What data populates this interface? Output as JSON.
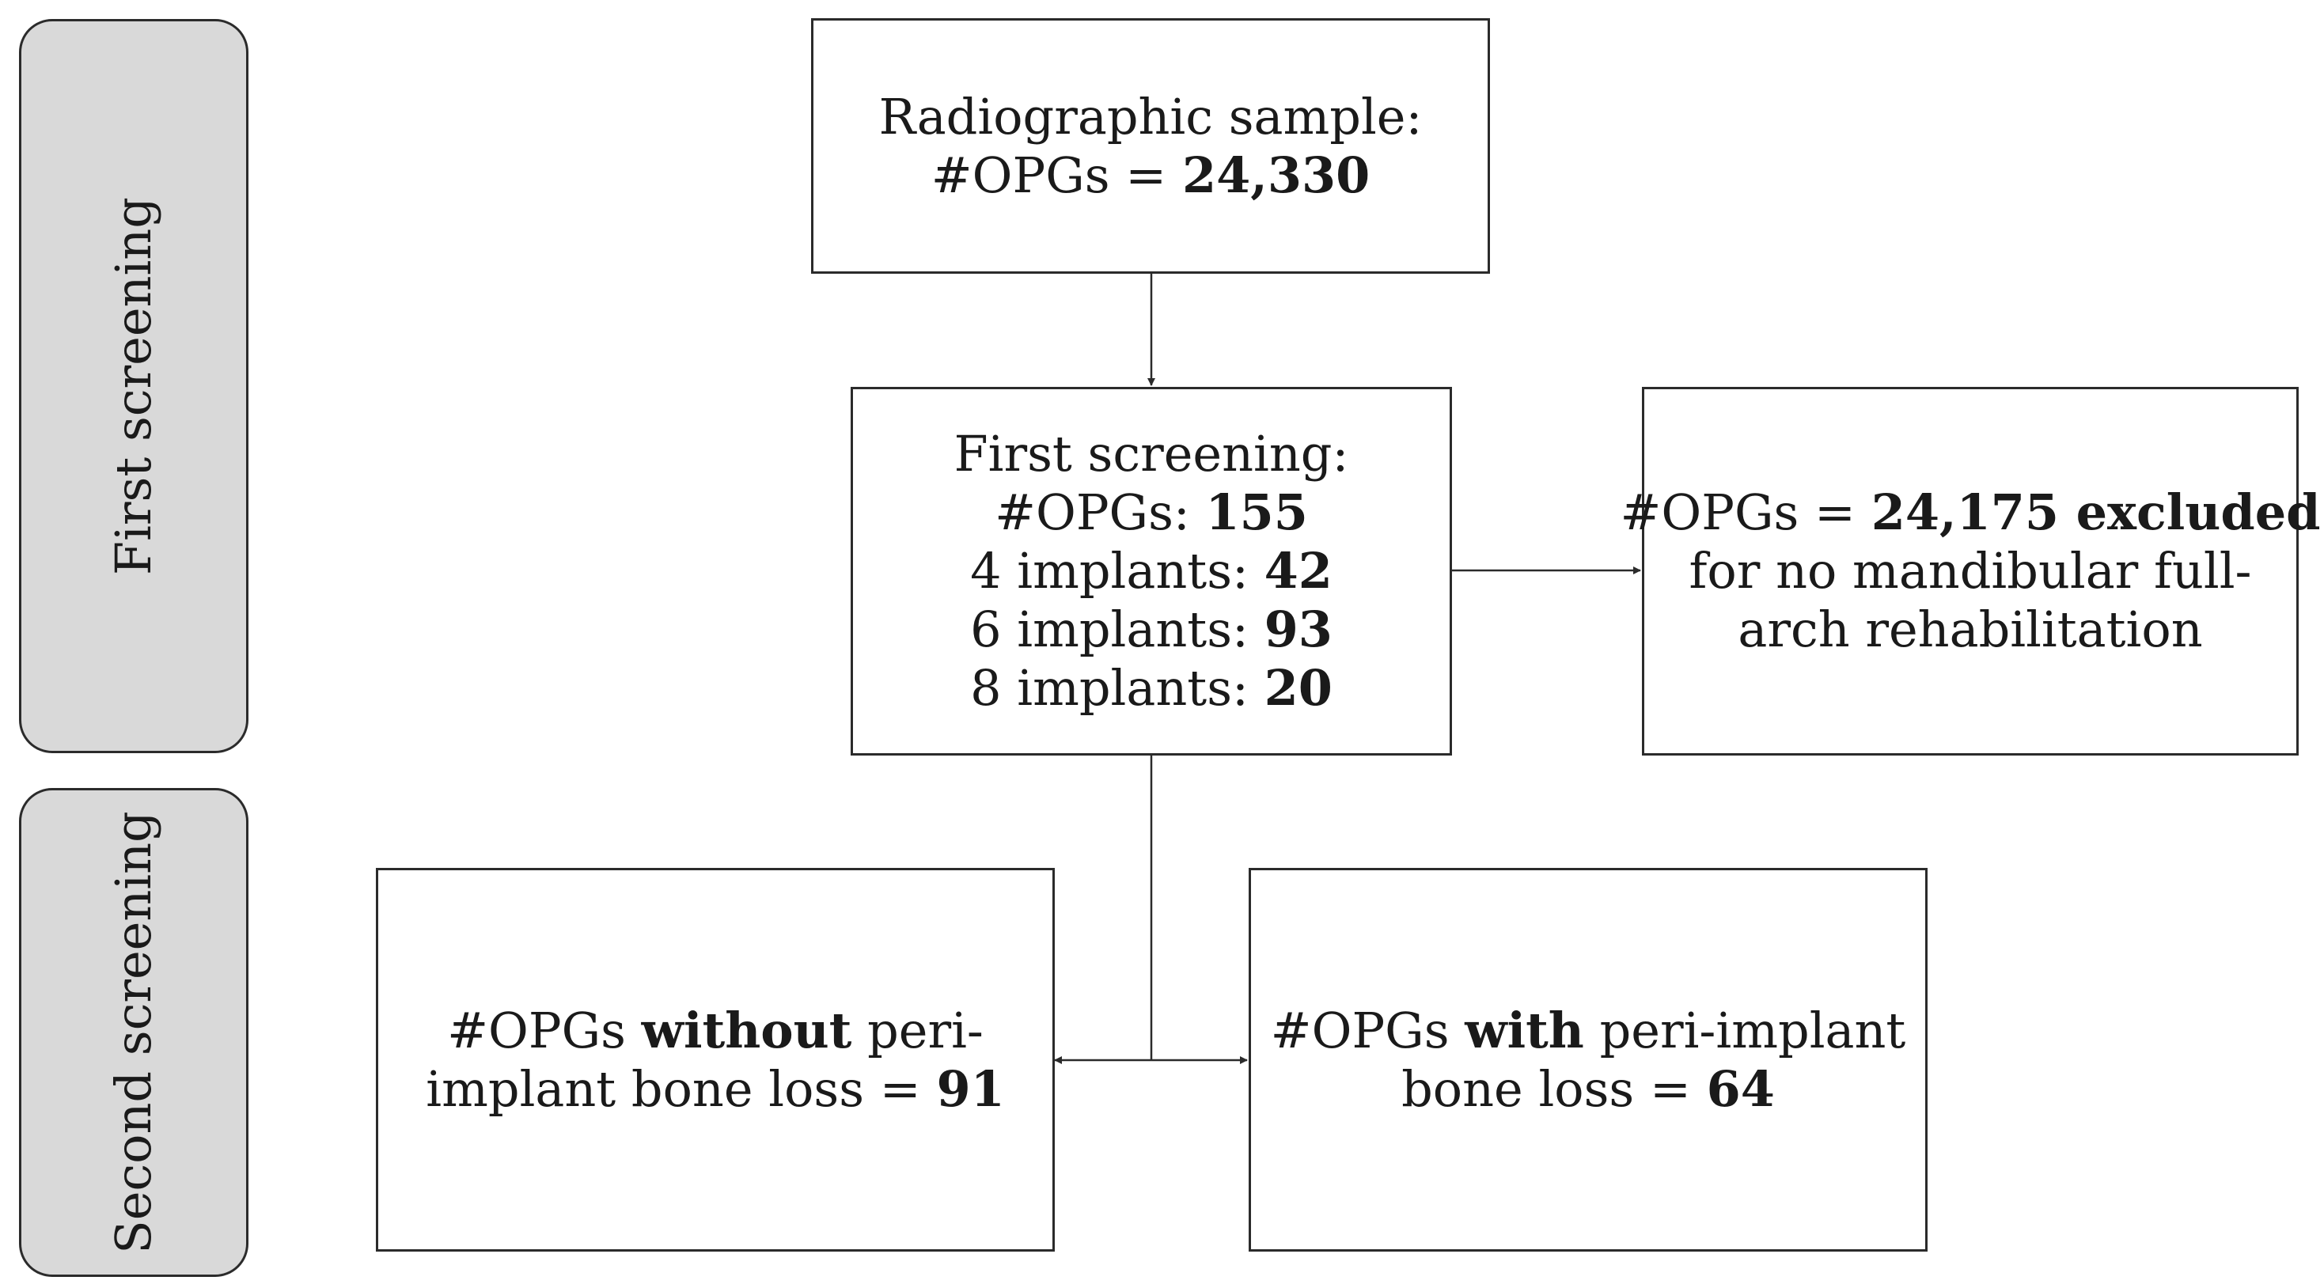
{
  "phases": {
    "first": "First screening",
    "second": "Second screening"
  },
  "boxes": {
    "sample": {
      "line1": "Radiographic sample:",
      "line2_prefix": "#OPGs = ",
      "line2_value": "24,330"
    },
    "first_screening": {
      "title": "First screening:",
      "opgs_prefix": "#OPGs: ",
      "opgs_value": "155",
      "four_prefix": "4 implants: ",
      "four_value": "42",
      "six_prefix": "6 implants: ",
      "six_value": "93",
      "eight_prefix": "8 implants: ",
      "eight_value": "20"
    },
    "excluded": {
      "prefix": "#OPGs = ",
      "value": "24,175 excluded",
      "line2": "for no mandibular full-",
      "line3": "arch rehabilitation"
    },
    "without_loss": {
      "prefix": "#OPGs ",
      "bold": "without",
      "suffix": " peri-",
      "line2_prefix": "implant bone loss = ",
      "line2_value": "91"
    },
    "with_loss": {
      "prefix": "#OPGs ",
      "bold": "with",
      "suffix": " peri-implant",
      "line2_prefix": "bone loss = ",
      "line2_value": "64"
    }
  },
  "colors": {
    "phase_fill": "#d9d9d9",
    "border": "#2b2b2b",
    "text": "#1a1a1a"
  }
}
